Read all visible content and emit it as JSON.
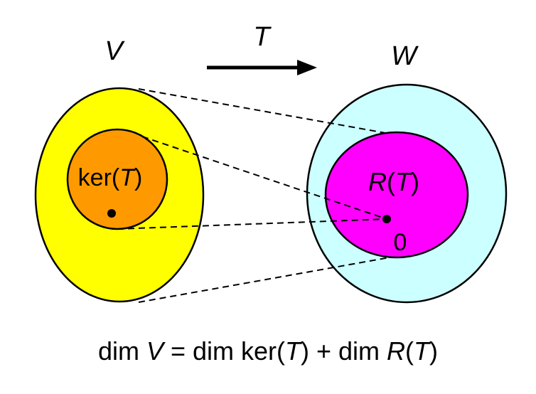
{
  "labels": {
    "domain_space": "V",
    "codomain_space": "W",
    "map": "T",
    "kernel": {
      "prefix": "ker(",
      "var": "T",
      "suffix": ")"
    },
    "range": {
      "prefix": "R",
      "open": "(",
      "var": "T",
      "suffix": ")"
    },
    "zero": "0"
  },
  "formula": {
    "p1": "dim ",
    "v": "V",
    "p2": " = dim ker(",
    "t1": "T",
    "p3": ") + dim ",
    "r": "R",
    "p4": "(",
    "t2": "T",
    "p5": ")"
  },
  "colors": {
    "V_fill": "#ffff00",
    "kernel_fill": "#ff9900",
    "W_fill": "#ccffff",
    "range_fill": "#ff00ff",
    "stroke": "#000000"
  }
}
